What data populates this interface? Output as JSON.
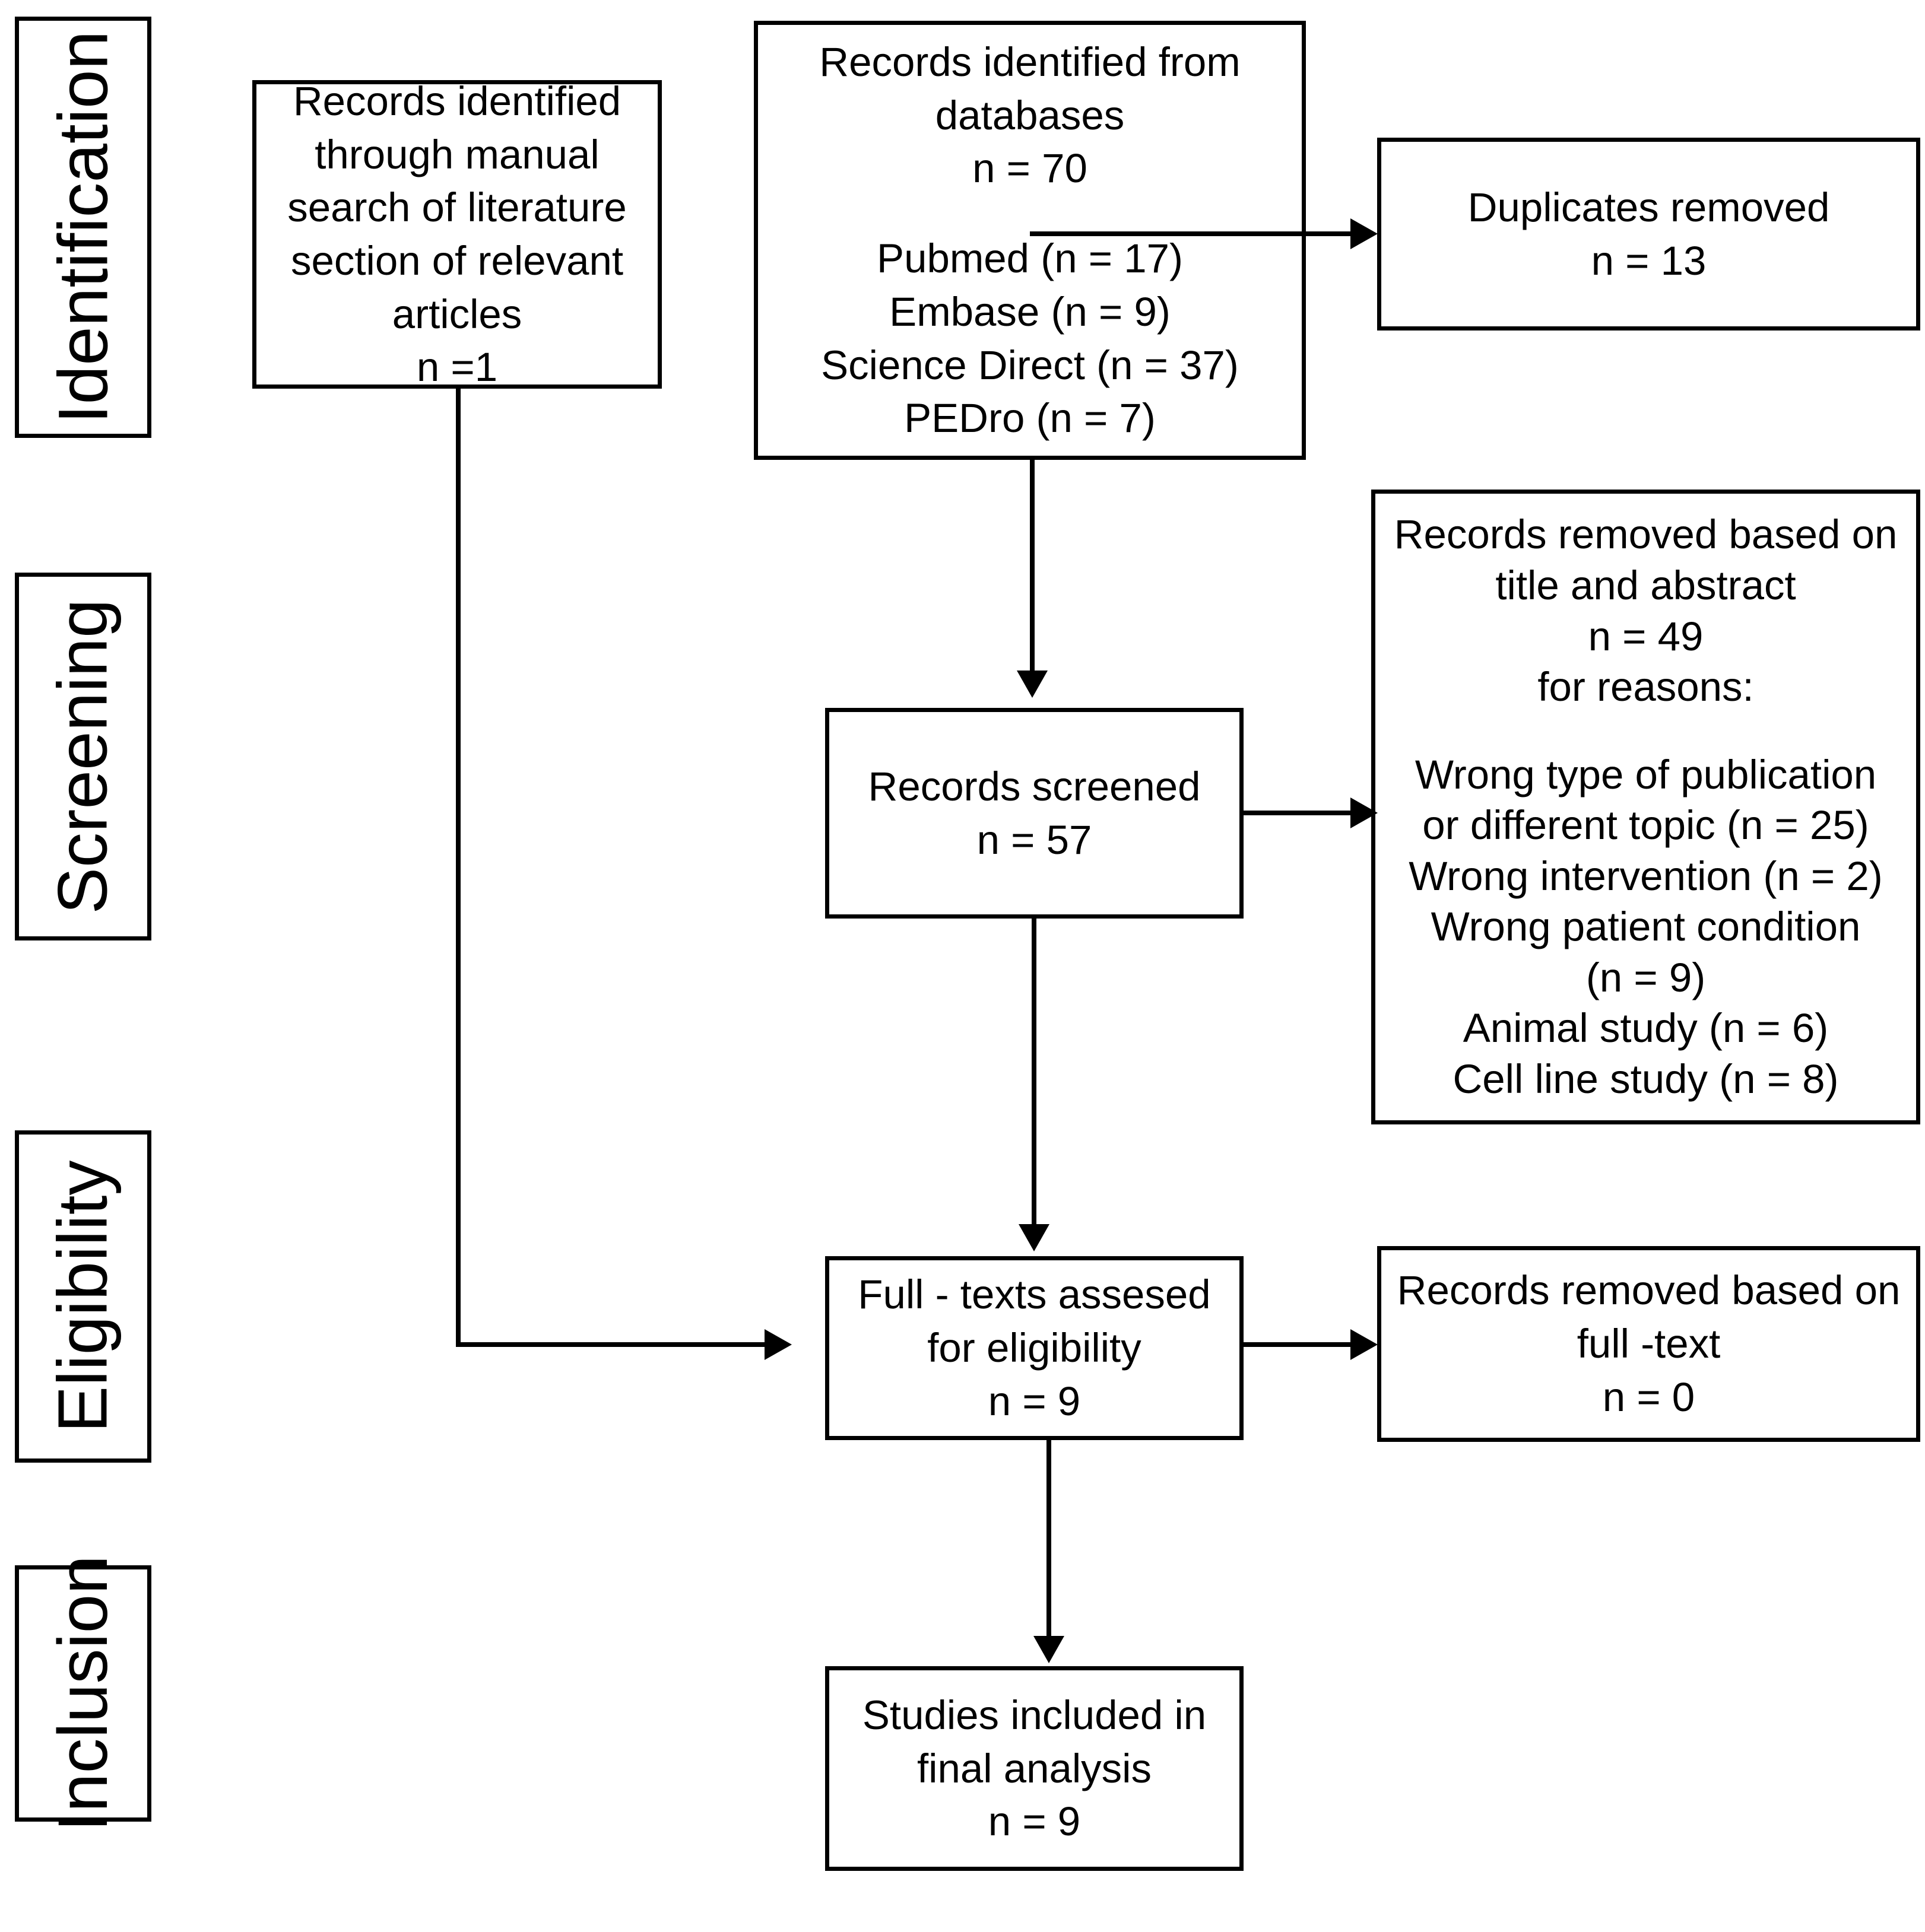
{
  "diagram": {
    "title": "PRISMA flow diagram",
    "stages": [
      {
        "id": "identification",
        "label": "Identification"
      },
      {
        "id": "screening",
        "label": "Screening"
      },
      {
        "id": "eligibility",
        "label": "Eligibility"
      },
      {
        "id": "inclusion",
        "label": "Inclusion"
      }
    ],
    "nodes": {
      "manual_search": {
        "lines": [
          "Records identified",
          "through manual",
          "search of literature",
          "section of relevant",
          "articles",
          "n =1"
        ]
      },
      "databases": {
        "lines": [
          "Records identified from",
          "databases",
          "n = 70",
          "",
          "Pubmed (n = 17)",
          "Embase (n = 9)",
          "Science Direct (n = 37)",
          "PEDro (n = 7)"
        ]
      },
      "duplicates_removed": {
        "lines": [
          "Duplicates removed",
          "n = 13"
        ]
      },
      "records_screened": {
        "lines": [
          "Records screened",
          "n = 57"
        ]
      },
      "removed_title_abstract": {
        "lines": [
          "Records removed based on",
          "title and abstract",
          "n = 49",
          "for reasons:",
          "",
          "Wrong type of publication",
          "or different topic (n = 25)",
          "Wrong intervention (n = 2)",
          "Wrong patient condition",
          "(n = 9)",
          "Animal study (n = 6)",
          "Cell line study (n = 8)"
        ]
      },
      "fulltext_assessed": {
        "lines": [
          "Full - texts assesed",
          "for eligibility",
          "n = 9"
        ]
      },
      "removed_fulltext": {
        "lines": [
          "Records removed based on",
          "full -text",
          "n = 0"
        ]
      },
      "studies_included": {
        "lines": [
          "Studies included in",
          "final analysis",
          "n = 9"
        ]
      }
    },
    "colors": {
      "stroke": "#000000",
      "background": "#ffffff",
      "text": "#000000"
    }
  }
}
